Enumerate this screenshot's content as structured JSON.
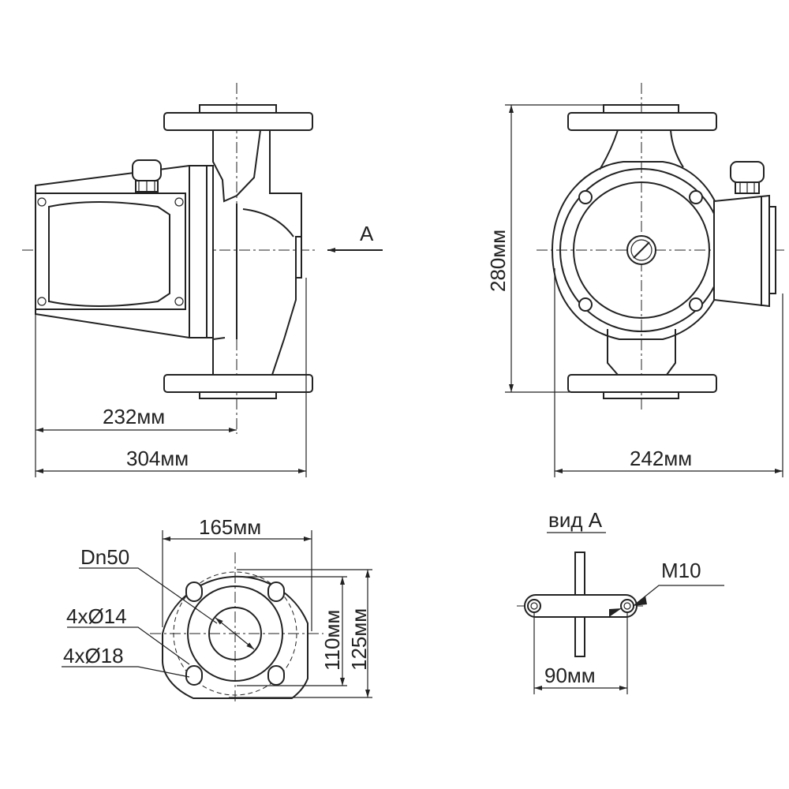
{
  "labels": {
    "dim_232": "232мм",
    "dim_304": "304мм",
    "dim_280": "280мм",
    "dim_242": "242мм",
    "dim_165": "165мм",
    "dim_110": "110мм",
    "dim_125": "125мм",
    "dim_90": "90мм",
    "view_arrow": "A",
    "view_a_title": "вид A",
    "thread": "M10",
    "nominal_diameter": "Dn50",
    "holes_14": "4хØ14",
    "holes_18": "4хØ18"
  },
  "colors": {
    "line": "#222222",
    "background": "#ffffff"
  }
}
